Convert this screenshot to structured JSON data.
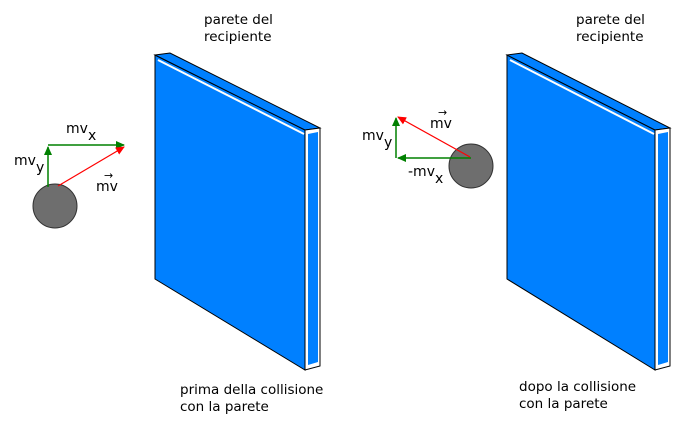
{
  "labels": {
    "wall_left": "parete del\nrecipiente",
    "wall_right": "parete del\nrecipiente",
    "caption_before": "prima della collisione\ncon la parete",
    "caption_after": "dopo la collisione\ncon la parete"
  },
  "symbols": {
    "left_mvx_base": "mv",
    "left_mvx_sub": "x",
    "left_mvy_base": "mv",
    "left_mvy_sub": "y",
    "left_mv": "mv",
    "right_mvy_base": "mv",
    "right_mvy_sub": "y",
    "right_neg_mvx_base": "-mv",
    "right_neg_mvx_sub": "x",
    "right_mv": "mv",
    "vector_arrow": "→"
  },
  "colors": {
    "wall_blue": "#0080ff",
    "ball": "#6e6e6e",
    "component_green": "#008000",
    "resultant_red": "#ff0000"
  }
}
